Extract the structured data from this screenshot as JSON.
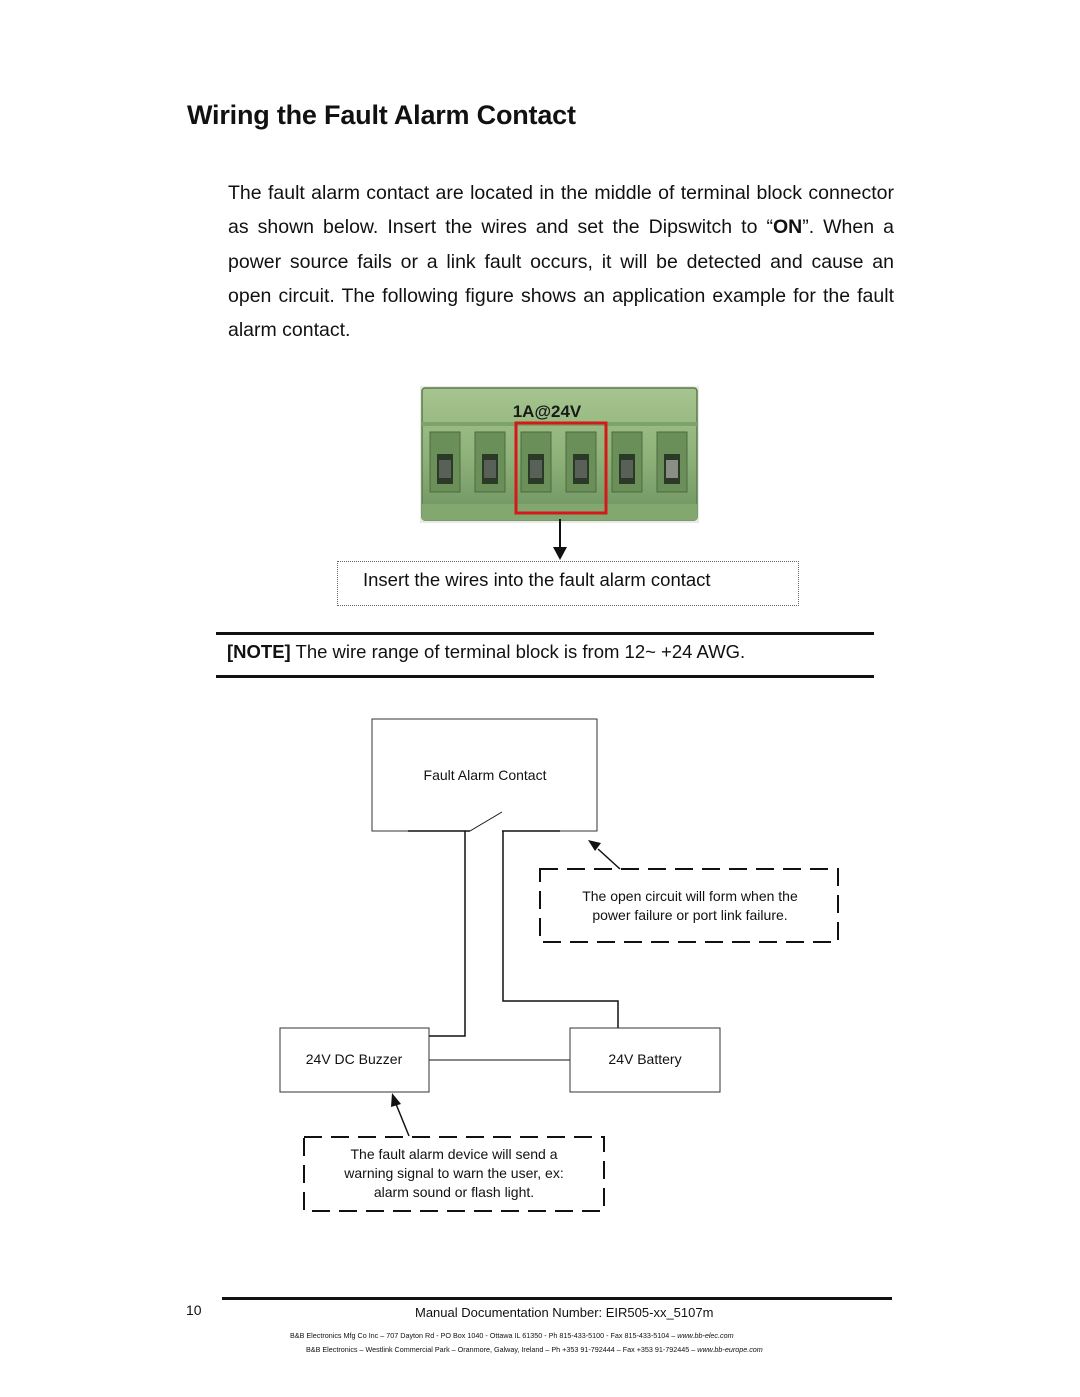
{
  "heading": "Wiring the Fault Alarm Contact",
  "intro": {
    "part1": "The fault alarm contact are located in the middle of terminal block connector as shown below. Insert the wires and set the Dipswitch to “",
    "bold": "ON",
    "part2": "”. When a power source fails or a link fault occurs, it will be detected and cause an open circuit. The following figure shows an application example for the fault alarm contact."
  },
  "terminal": {
    "rating_label": "1A@24V",
    "colors": {
      "body": "#8fb37a",
      "highlight": "#d21a1a"
    }
  },
  "callout_text": "Insert the wires into the fault alarm contact",
  "note": {
    "label": "[NOTE]",
    "text": " The wire range of terminal block is from 12~ +24 AWG."
  },
  "diagram": {
    "fault_contact_label": "Fault Alarm Contact",
    "open_circuit_note": [
      "The open circuit will form when the",
      "power failure or port link failure."
    ],
    "buzzer_label": "24V DC Buzzer",
    "battery_label": "24V Battery",
    "device_note": [
      "The fault alarm device will send a",
      "warning signal to warn the user, ex:",
      "alarm sound or flash light."
    ]
  },
  "footer": {
    "page_number": "10",
    "doc_number": "Manual Documentation Number: EIR505-xx_5107m",
    "address_us": "B&B Electronics Mfg Co Inc – 707 Dayton Rd - PO Box 1040 - Ottawa IL 61350 - Ph 815-433-5100 - Fax 815-433-5104 – ",
    "address_us_web": "www.bb-elec.com",
    "address_eu": "B&B Electronics – Westlink Commercial Park – Oranmore, Galway, Ireland – Ph +353 91-792444 – Fax +353 91-792445 – ",
    "address_eu_web": "www.bb-europe.com"
  }
}
